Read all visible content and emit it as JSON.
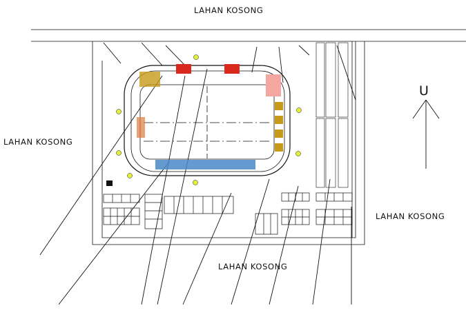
{
  "labels": {
    "top": "LAHAN KOSONG",
    "left": "LAHAN KOSONG",
    "right": "LAHAN KOSONG",
    "bottom": "LAHAN KOSONG"
  },
  "north_arrow": {
    "letter": "U"
  },
  "colors": {
    "line": "#111111",
    "seat_pink": "#f4a7a0",
    "seat_orange": "#e07a3a",
    "gold": "#c79a1a",
    "red_block": "#d9281e",
    "blue_seats": "#4a88c8",
    "marker_yellow": "#e6f03a"
  }
}
